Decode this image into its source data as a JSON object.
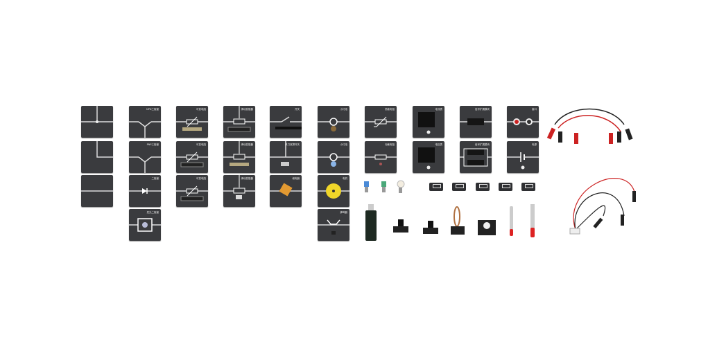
{
  "modules": {
    "npn": "NPN三极管",
    "pnp": "PNP三极管",
    "diode": "二极管",
    "led": "发光二极管",
    "var1": "可变电阻",
    "var2": "可变电阻",
    "var3": "可变电阻",
    "slide1": "滑动变阻器",
    "slide2": "滑动变阻器",
    "slide3": "滑动变阻器",
    "switch": "开关",
    "switch2": "单刀双掷开关",
    "relay": "继电器",
    "bulb1": "小灯泡",
    "bulb2": "小灯泡",
    "motor": "电机",
    "buzzer": "蜂鸣器",
    "thermistor": "热敏电阻",
    "photoresistor": "光敏电阻",
    "ammeter": "电流表",
    "voltmeter": "电压表",
    "ext1": "信号扩展模块",
    "ext2": "信号扩展模块",
    "port": "接口",
    "power": "电源"
  }
}
